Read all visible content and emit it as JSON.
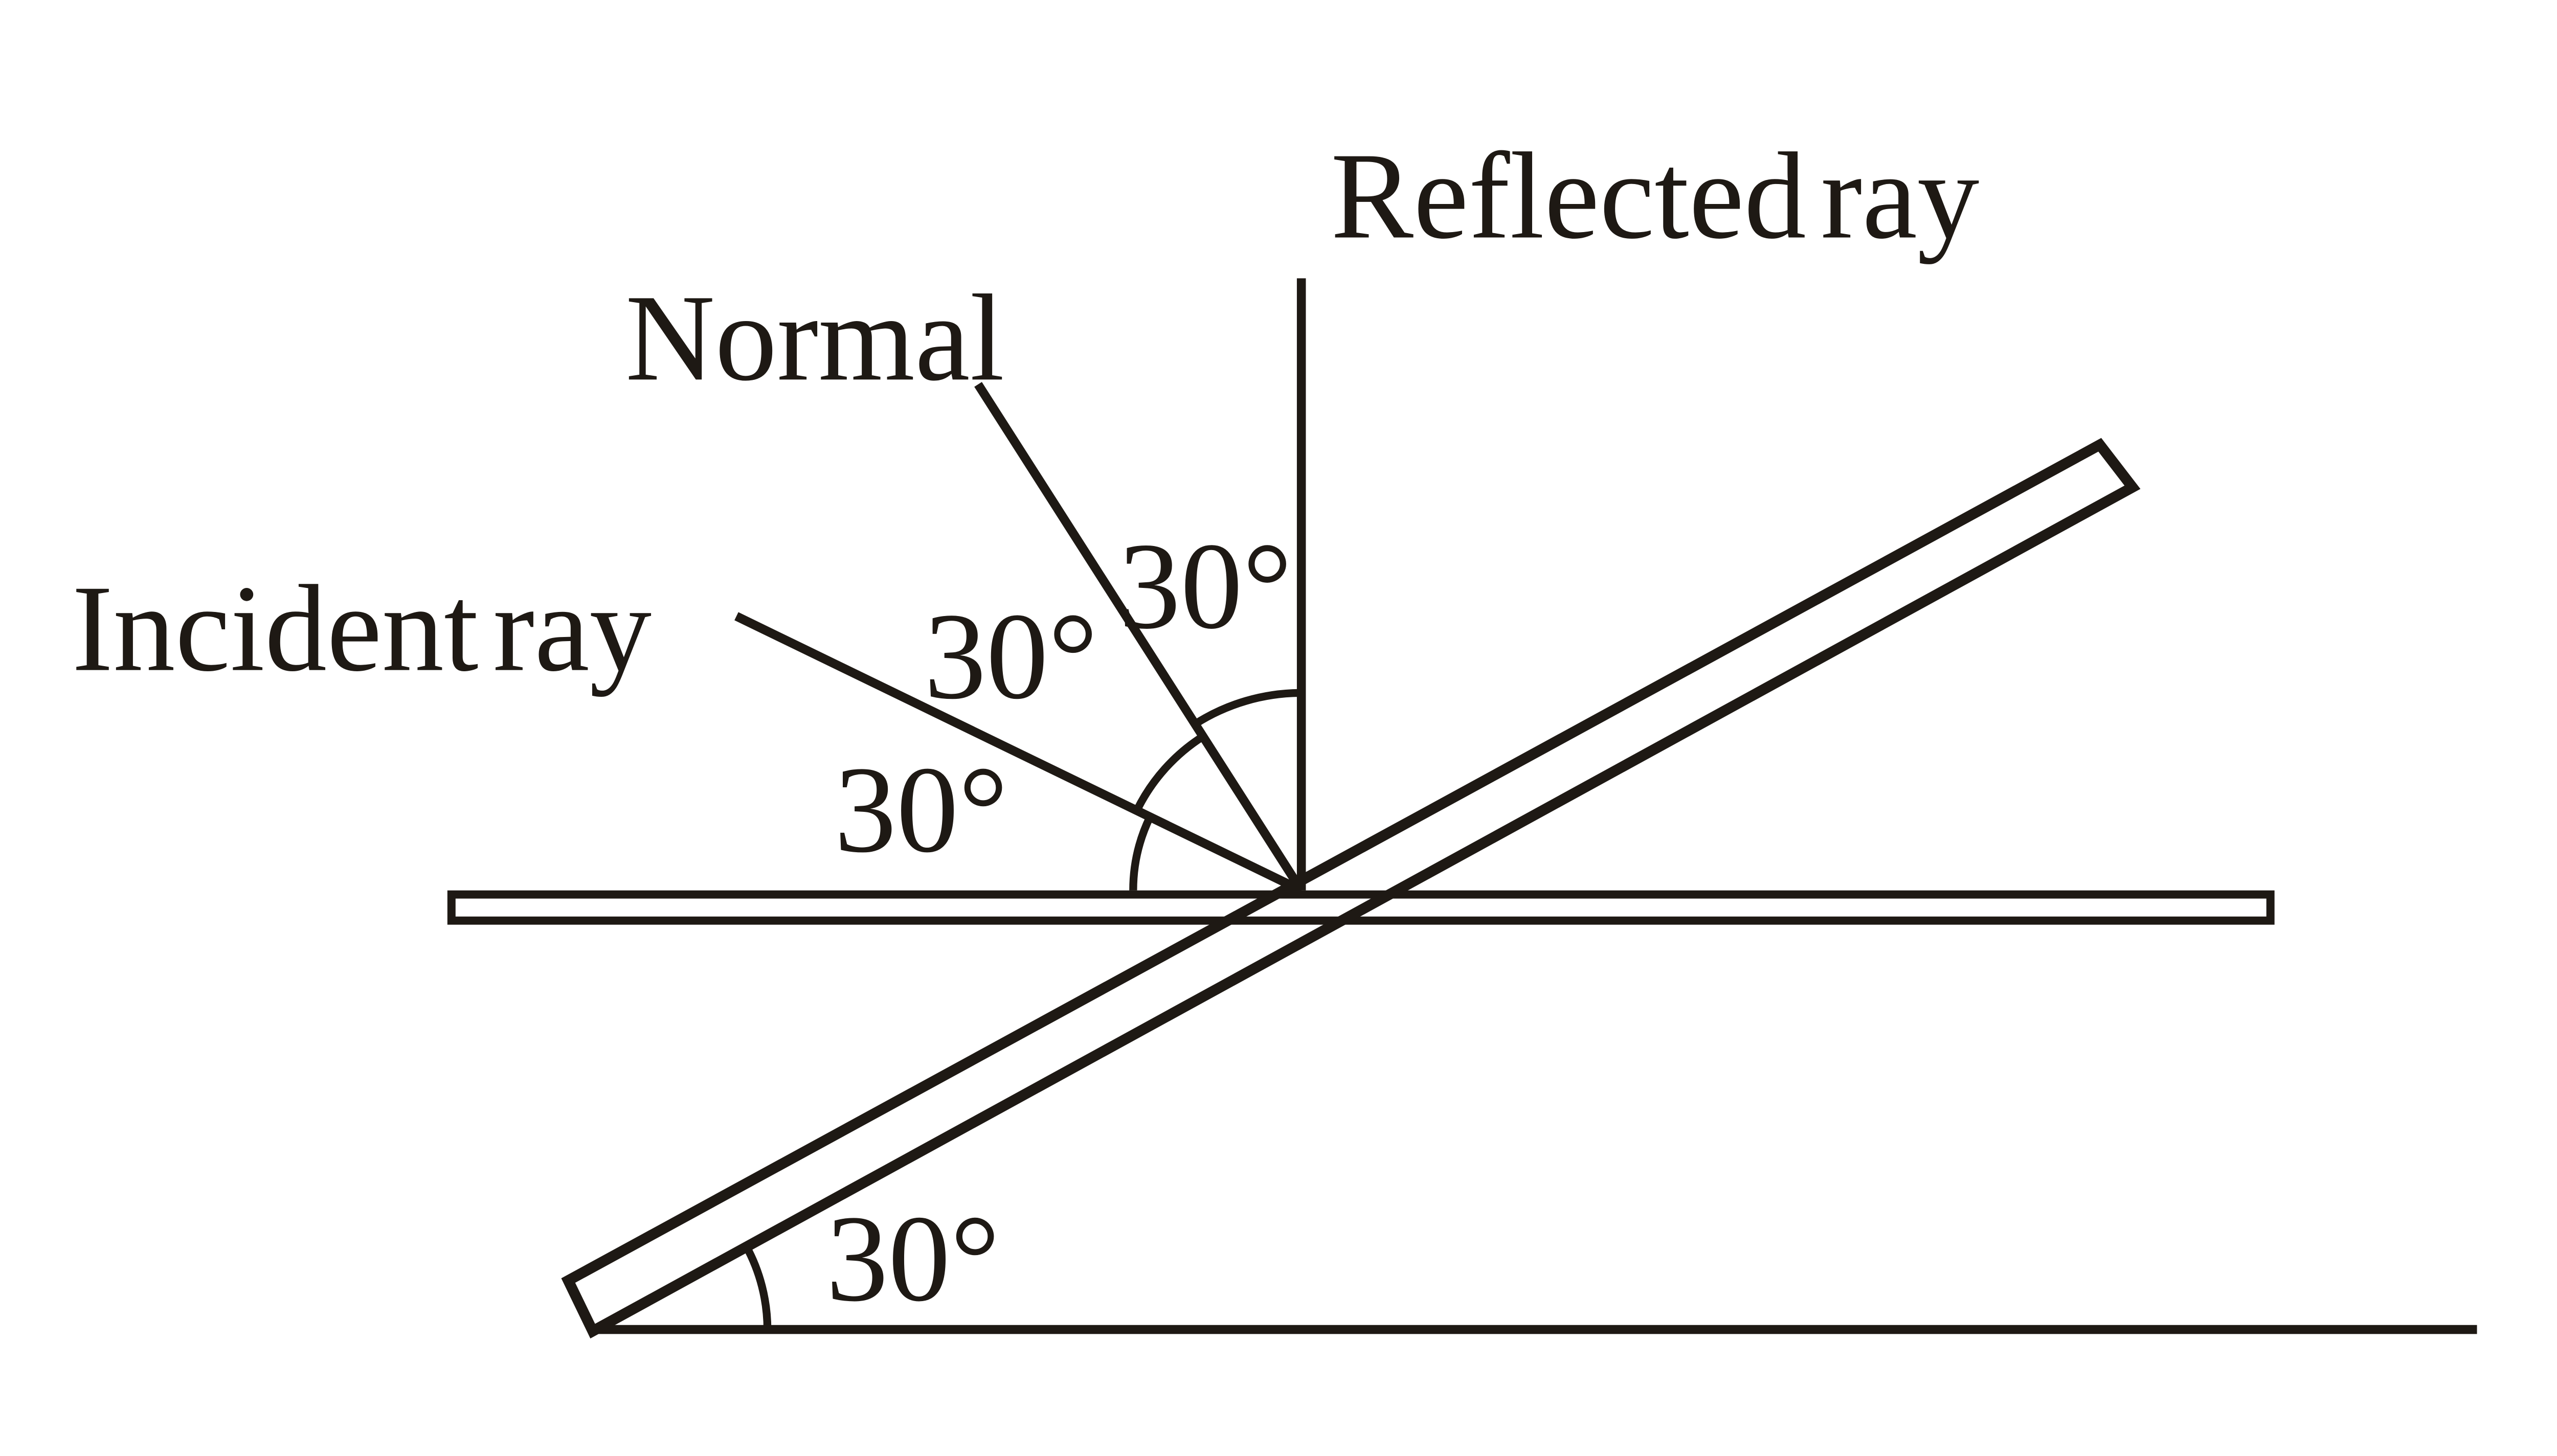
{
  "diagram": {
    "subject": "law-of-reflection-on-tilted-mirror",
    "background_color": "#ffffff",
    "ink_color": "#1e1914",
    "labels": {
      "reflected_ray": "Reflected ray",
      "normal": "Normal",
      "incident_ray": "Incident ray"
    },
    "angles": {
      "reflected_to_normal": {
        "label": "30°",
        "value_deg": 30,
        "between": [
          "normal",
          "reflected-ray"
        ]
      },
      "incident_to_normal": {
        "label": "30°",
        "value_deg": 30,
        "between": [
          "incident-ray",
          "normal"
        ]
      },
      "incident_to_surface": {
        "label": "30°",
        "value_deg": 30,
        "between": [
          "surface",
          "incident-ray"
        ]
      },
      "mirror_to_ground": {
        "label": "30°",
        "value_deg": 30,
        "between": [
          "ground",
          "mirror"
        ]
      }
    }
  }
}
